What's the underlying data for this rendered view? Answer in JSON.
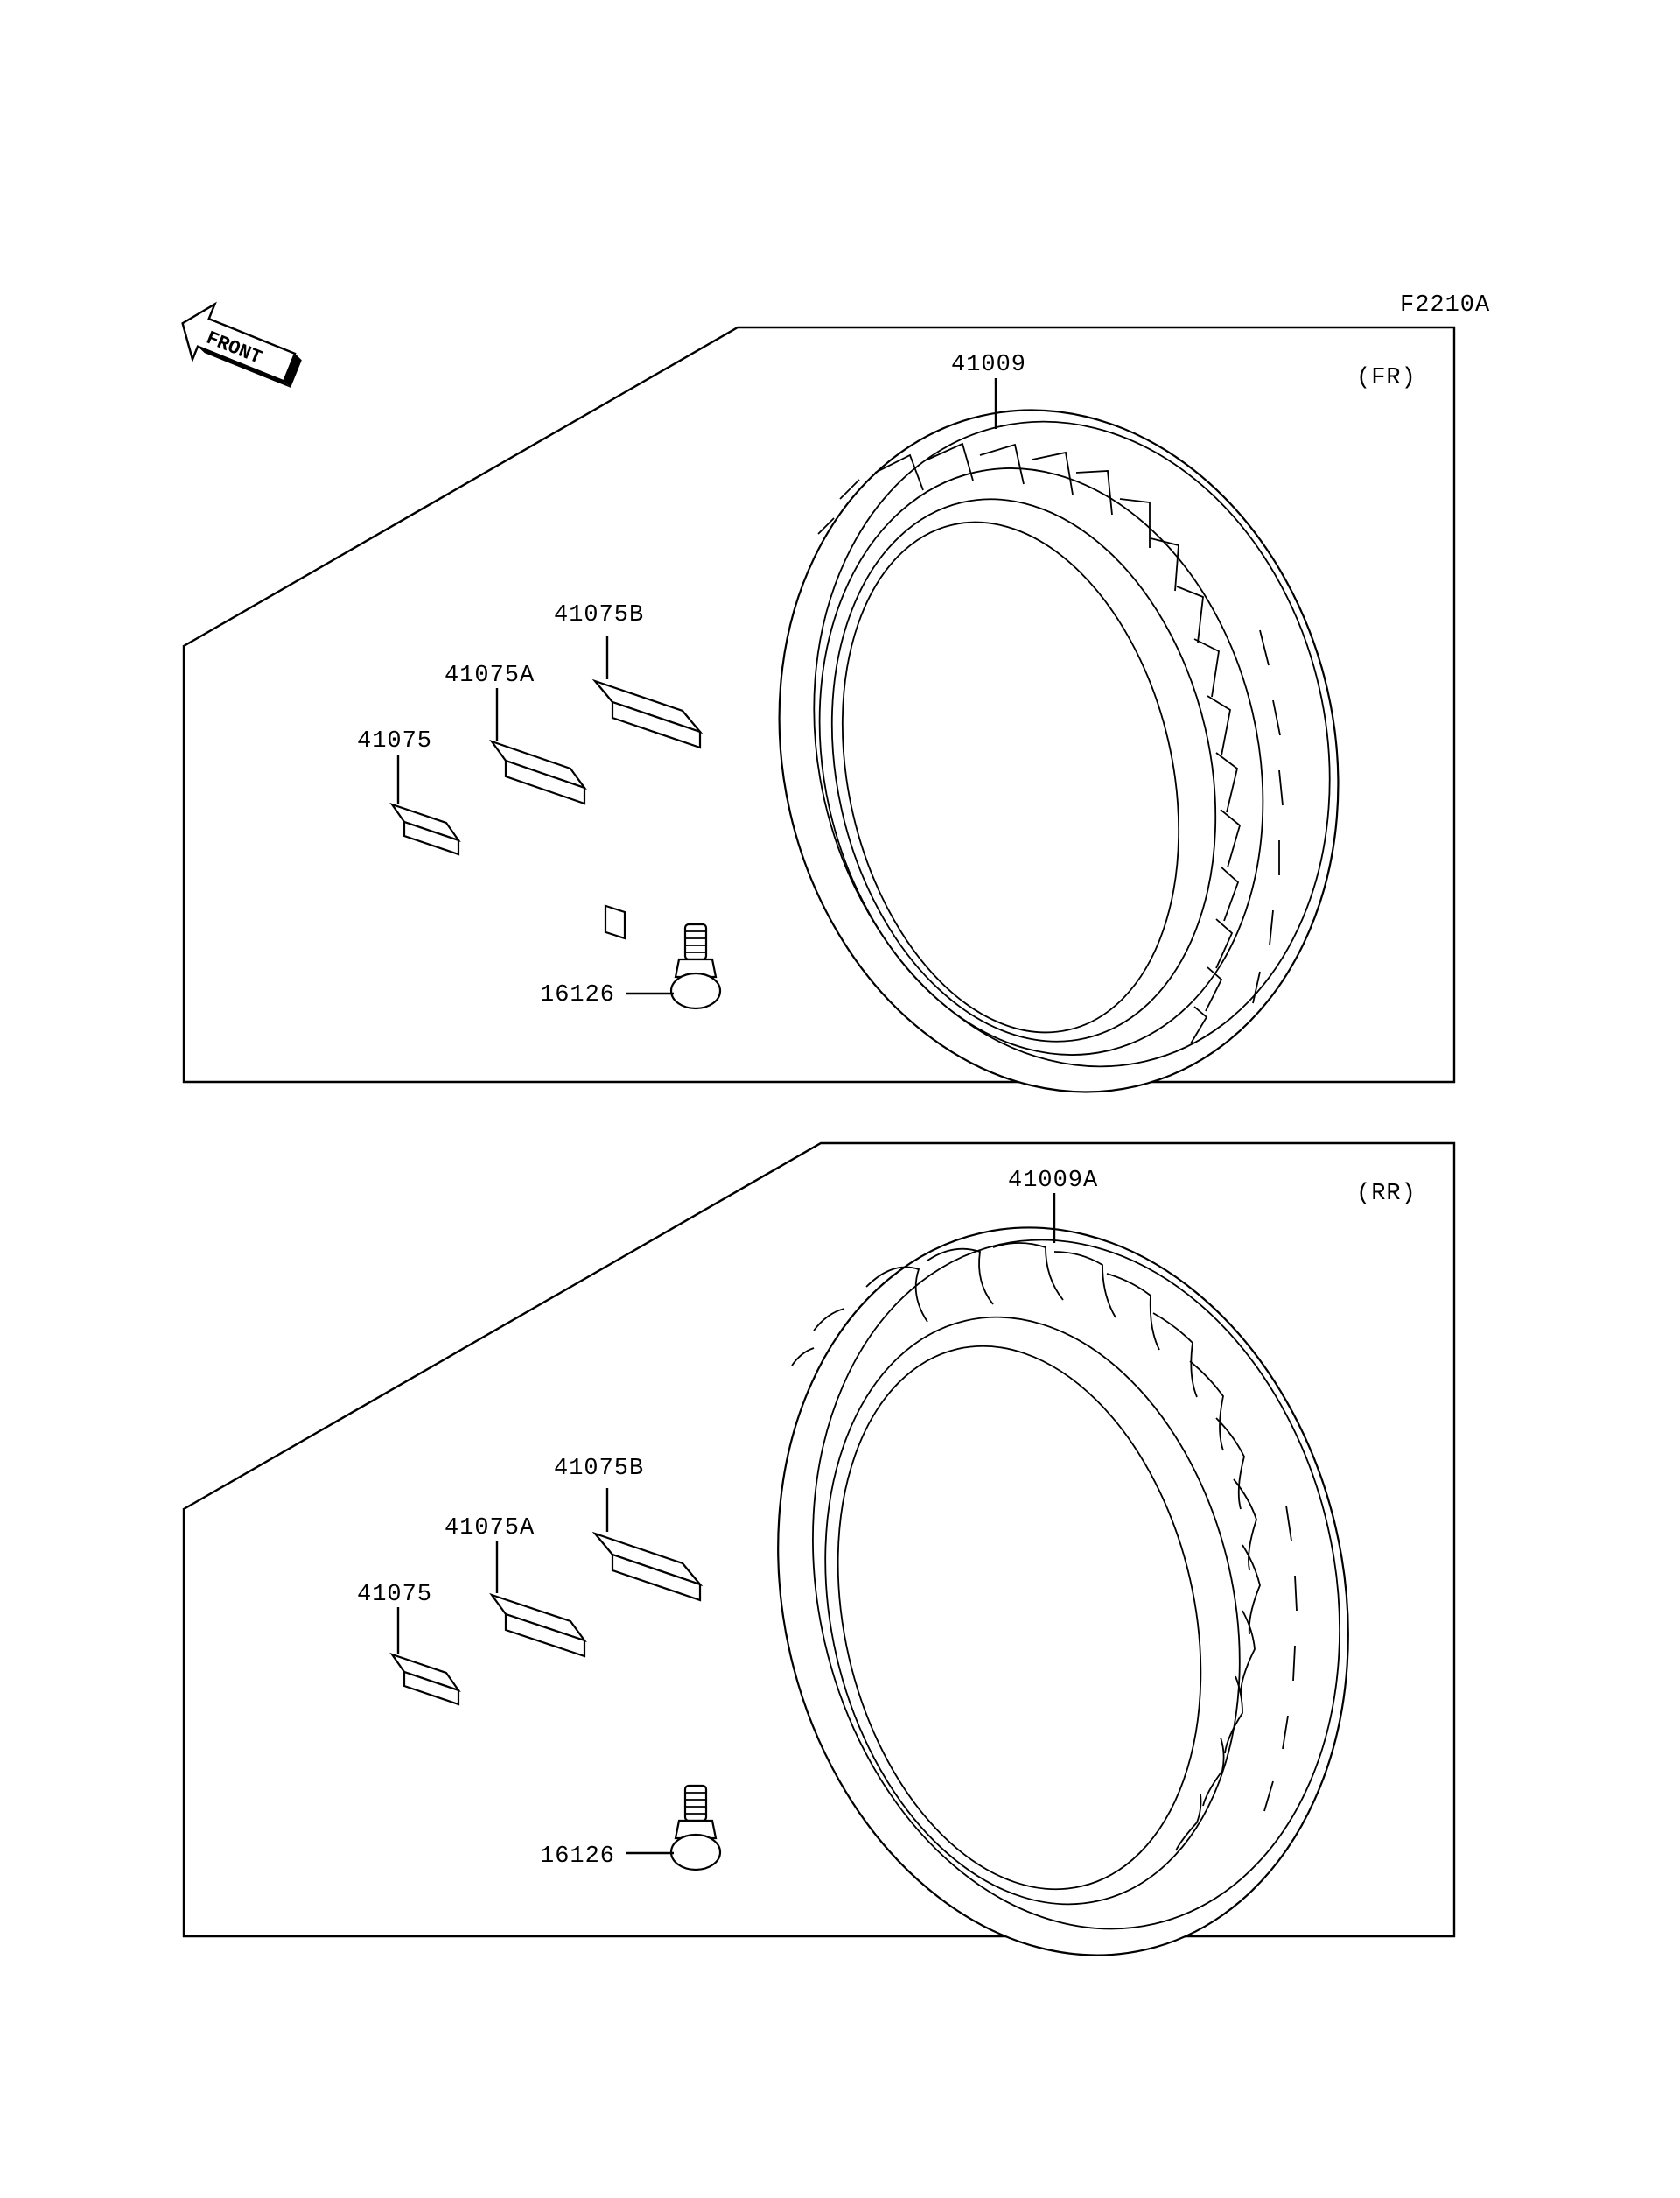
{
  "figure_code": "F2210A",
  "front_arrow_text": "FRONT",
  "panels": [
    {
      "position": "(FR)",
      "tire_part": "41009",
      "weight_parts": [
        "41075",
        "41075A",
        "41075B"
      ],
      "valve_part": "16126"
    },
    {
      "position": "(RR)",
      "tire_part": "41009A",
      "weight_parts": [
        "41075",
        "41075A",
        "41075B"
      ],
      "valve_part": "16126"
    }
  ]
}
